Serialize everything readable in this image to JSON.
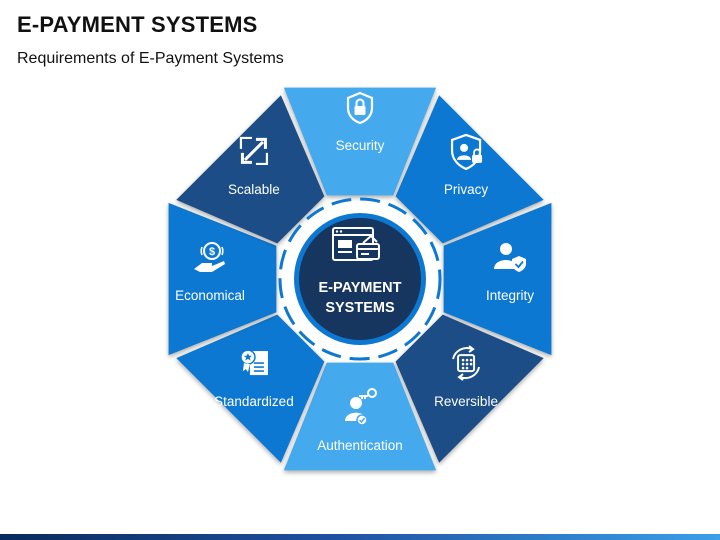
{
  "title": "E-PAYMENT SYSTEMS",
  "subtitle": "Requirements of E-Payment Systems",
  "center": {
    "line1": "E-PAYMENT",
    "line2": "SYSTEMS",
    "icon": "payment-window-card-icon"
  },
  "segments": [
    {
      "label": "Security",
      "icon": "shield-lock-icon",
      "color": "#45a9ee"
    },
    {
      "label": "Privacy",
      "icon": "shield-user-lock-icon",
      "color": "#0c78d1"
    },
    {
      "label": "Integrity",
      "icon": "user-shield-icon",
      "color": "#0c78d1"
    },
    {
      "label": "Reversible",
      "icon": "reverse-cycle-icon",
      "color": "#1d4d86"
    },
    {
      "label": "Authentication",
      "icon": "user-key-icon",
      "color": "#45a9ee"
    },
    {
      "label": "Standardized",
      "icon": "certificate-icon",
      "color": "#0c78d1"
    },
    {
      "label": "Economical",
      "icon": "hand-dollar-icon",
      "color": "#0c78d1"
    },
    {
      "label": "Scalable",
      "icon": "expand-arrows-icon",
      "color": "#1d4d86"
    }
  ],
  "colors": {
    "center_fill": "#17365f",
    "center_ring": "#0c78d1",
    "ring_dash": "#0c78d1"
  }
}
